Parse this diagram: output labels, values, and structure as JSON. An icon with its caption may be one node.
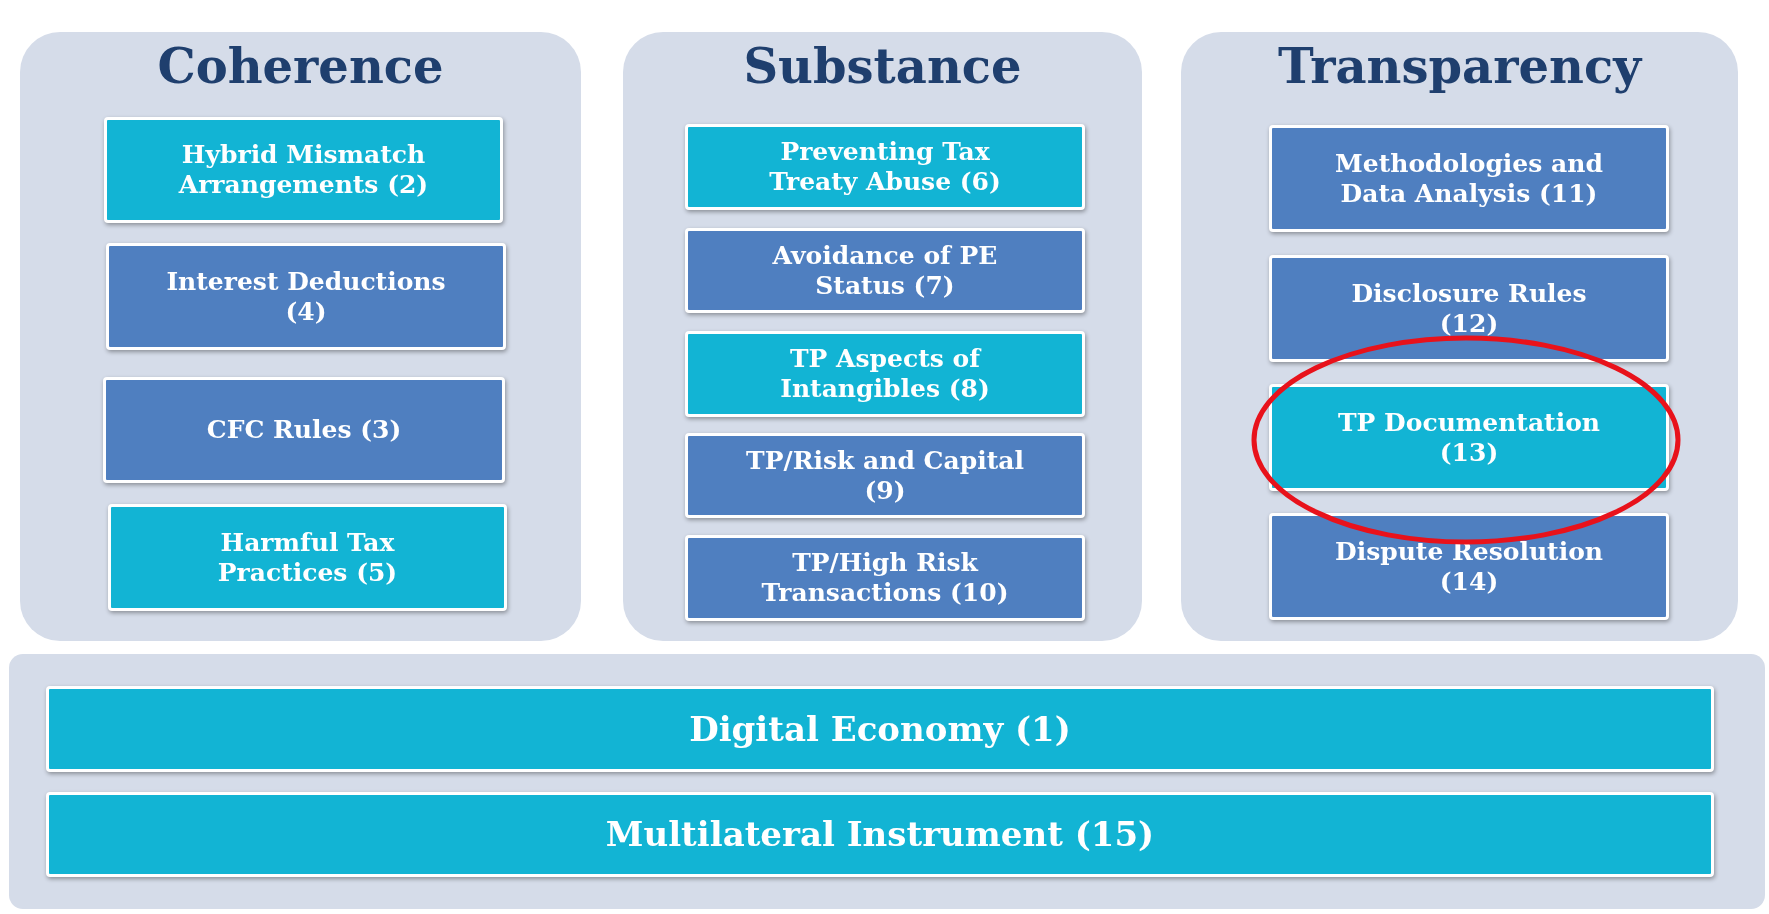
{
  "diagram": {
    "nodes": [
      {
        "text": [
          "Coherence"
        ]
      },
      {
        "text": [
          "Hybrid Mismatch Arrangements (2)"
        ],
        "in": 0
      },
      {
        "text": [
          "Interest Deductions (4)"
        ],
        "in": 0
      },
      {
        "text": [
          "CFC Rules (3)"
        ],
        "in": 0
      },
      {
        "text": [
          "Harmful Tax Practices (5)"
        ],
        "in": 0
      },
      {
        "text": [
          "Substance"
        ]
      },
      {
        "text": [
          "Preventing Tax Treaty Abuse (6)"
        ],
        "in": 5
      },
      {
        "text": [
          "Avoidance of PE Status (7)"
        ],
        "in": 5
      },
      {
        "text": [
          "TP Aspects of Intangibles (8)"
        ],
        "in": 5
      },
      {
        "text": [
          "TP/Risk and Capital (9)"
        ],
        "in": 5
      },
      {
        "text": [
          "TP/High Risk Transactions (10)"
        ],
        "in": 5
      },
      {
        "text": [
          "Transparency"
        ]
      },
      {
        "text": [
          "Methodologies and Data Analysis (11)"
        ],
        "in": 11
      },
      {
        "text": [
          "Disclosure Rules (12)"
        ],
        "in": 11
      },
      {
        "text": [
          "TP Documentation (13)"
        ],
        "in": 11
      },
      {
        "text": [
          "Dispute Resolution (14)"
        ],
        "in": 11
      },
      {
        "text": [],
        "shape": "box"
      },
      {
        "text": [
          "Digital Economy (1)"
        ],
        "in": 16
      },
      {
        "text": [
          "Multilateral Instrument (15)"
        ],
        "in": 16
      }
    ]
  }
}
